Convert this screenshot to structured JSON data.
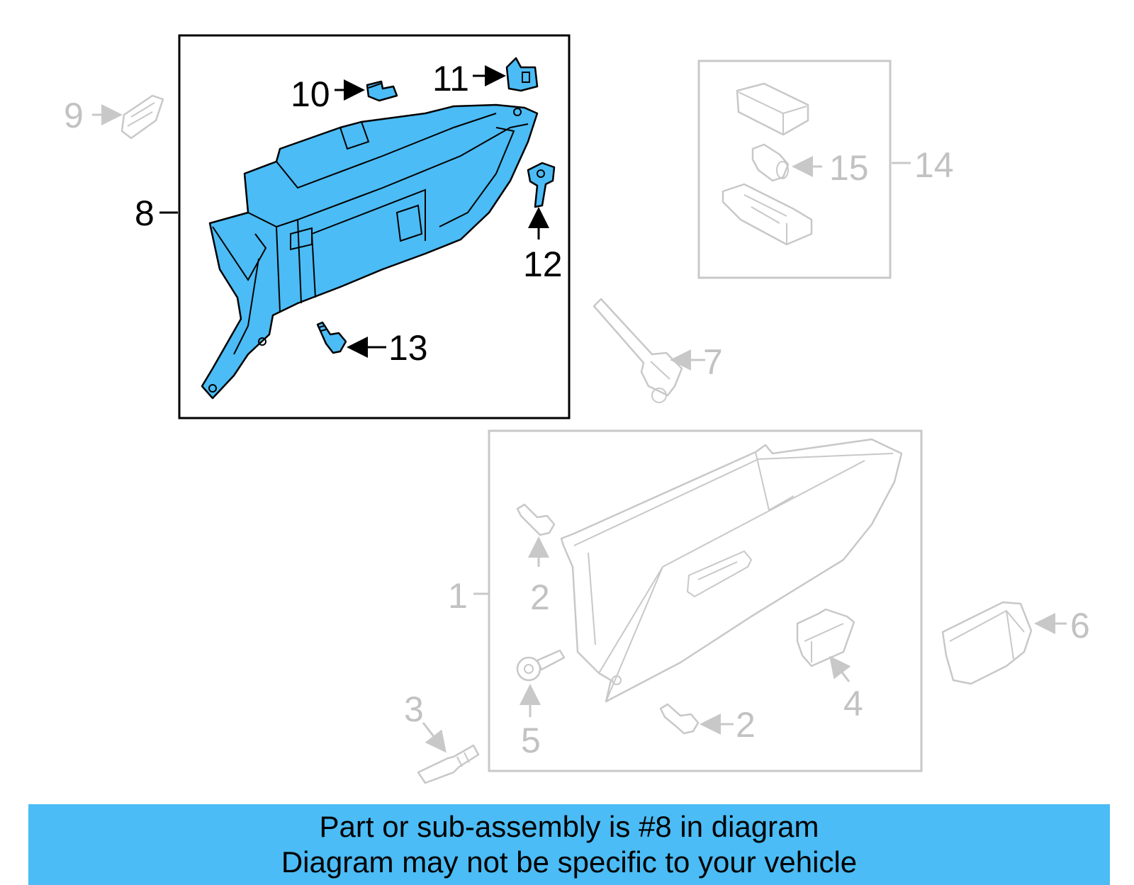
{
  "diagram": {
    "callouts": {
      "c1": "1",
      "c2a": "2",
      "c2b": "2",
      "c3": "3",
      "c4": "4",
      "c5": "5",
      "c6": "6",
      "c7": "7",
      "c8": "8",
      "c9": "9",
      "c10": "10",
      "c11": "11",
      "c12": "12",
      "c13": "13",
      "c14": "14",
      "c15": "15"
    },
    "highlight_color": "#4bbcf5",
    "muted_color": "#c8c8c8"
  },
  "footer": {
    "line1": "Part or sub-assembly is #8 in diagram",
    "line2": "Diagram may not be specific to your vehicle",
    "background": "#4bbcf5"
  }
}
